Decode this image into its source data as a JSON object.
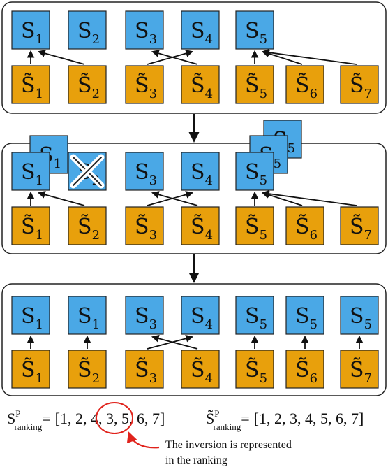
{
  "colors": {
    "source": "#4aa8e6",
    "target": "#e8a00c",
    "stroke": "#222222",
    "highlight": "#e0231c",
    "panel_stroke": "#222222"
  },
  "symbols": {
    "source_base": "S",
    "target_base": "S̃"
  },
  "panels": [
    {
      "name": "panel-initial",
      "sources": [
        {
          "sub": "1"
        },
        {
          "sub": "2"
        },
        {
          "sub": "3"
        },
        {
          "sub": "4"
        },
        {
          "sub": "5"
        }
      ],
      "targets": [
        {
          "sub": "1"
        },
        {
          "sub": "2"
        },
        {
          "sub": "3"
        },
        {
          "sub": "4"
        },
        {
          "sub": "5"
        },
        {
          "sub": "6"
        },
        {
          "sub": "7"
        }
      ],
      "links": [
        [
          1,
          1
        ],
        [
          2,
          1
        ],
        [
          3,
          4
        ],
        [
          4,
          3
        ],
        [
          5,
          5
        ],
        [
          6,
          5
        ],
        [
          7,
          5
        ]
      ]
    },
    {
      "name": "panel-duplication",
      "sources": [
        {
          "sub": "1"
        },
        {
          "sub": "2",
          "removed": true
        },
        {
          "sub": "3"
        },
        {
          "sub": "4"
        },
        {
          "sub": "5"
        }
      ],
      "targets": [
        {
          "sub": "1"
        },
        {
          "sub": "2"
        },
        {
          "sub": "3"
        },
        {
          "sub": "4"
        },
        {
          "sub": "5"
        },
        {
          "sub": "6"
        },
        {
          "sub": "7"
        }
      ],
      "links": [
        [
          1,
          1
        ],
        [
          2,
          1
        ],
        [
          3,
          4
        ],
        [
          4,
          3
        ],
        [
          5,
          5
        ],
        [
          6,
          5
        ],
        [
          7,
          5
        ]
      ]
    },
    {
      "name": "panel-final",
      "sources": [
        {
          "sub": "1"
        },
        {
          "sub": "1"
        },
        {
          "sub": "3"
        },
        {
          "sub": "4"
        },
        {
          "sub": "5"
        },
        {
          "sub": "5"
        },
        {
          "sub": "5"
        }
      ],
      "targets": [
        {
          "sub": "1"
        },
        {
          "sub": "2"
        },
        {
          "sub": "3"
        },
        {
          "sub": "4"
        },
        {
          "sub": "5"
        },
        {
          "sub": "6"
        },
        {
          "sub": "7"
        }
      ],
      "links": [
        [
          1,
          1
        ],
        [
          2,
          2
        ],
        [
          3,
          4
        ],
        [
          4,
          3
        ],
        [
          5,
          5
        ],
        [
          6,
          6
        ],
        [
          7,
          7
        ]
      ]
    }
  ],
  "duplicates": {
    "first_stack": [
      "1"
    ],
    "last_stack": [
      "5",
      "5"
    ]
  },
  "rankings": {
    "source": {
      "base": "S",
      "sup": "P",
      "sub": "ranking",
      "equals": "=",
      "open": "[",
      "close": "]",
      "items": [
        "1",
        "2",
        "4",
        "3",
        "5",
        "6",
        "7"
      ],
      "highlighted": [
        "4",
        "3"
      ]
    },
    "target": {
      "base": "S̃",
      "sup": "P",
      "sub": "ranking",
      "equals": "=",
      "open": "[",
      "close": "]",
      "items": [
        "1",
        "2",
        "3",
        "4",
        "5",
        "6",
        "7"
      ]
    }
  },
  "annotation": {
    "line1": "The inversion is represented",
    "line2": "in the ranking"
  }
}
